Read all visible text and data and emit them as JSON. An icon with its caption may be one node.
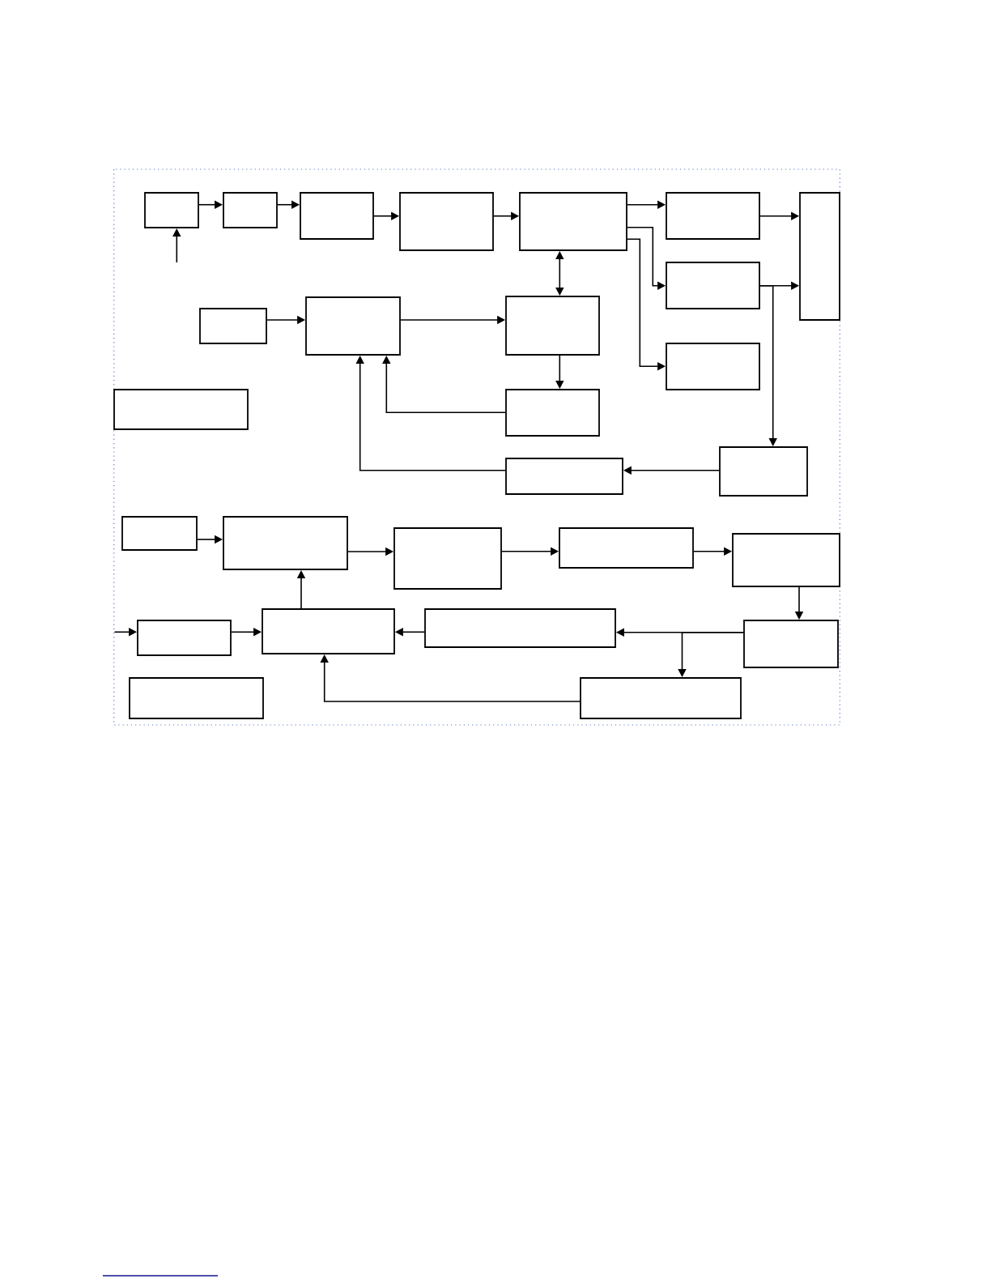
{
  "diagram": {
    "nodes": [
      {
        "text": [],
        "shape": "box"
      },
      {
        "text": [],
        "shape": "box"
      },
      {
        "text": [],
        "shape": "box"
      },
      {
        "text": [],
        "shape": "box"
      },
      {
        "text": [],
        "shape": "box"
      },
      {
        "text": [],
        "shape": "box"
      },
      {
        "text": [],
        "shape": "box"
      },
      {
        "text": [],
        "shape": "box"
      },
      {
        "text": [],
        "shape": "box"
      },
      {
        "text": [],
        "shape": "box"
      },
      {
        "text": [],
        "shape": "box"
      },
      {
        "text": [],
        "shape": "box"
      },
      {
        "text": [],
        "shape": "box"
      },
      {
        "text": [],
        "shape": "box"
      },
      {
        "text": [],
        "shape": "box"
      },
      {
        "text": [],
        "shape": "box"
      },
      {
        "text": [],
        "shape": "box"
      },
      {
        "text": [],
        "shape": "box"
      },
      {
        "text": [],
        "shape": "box"
      },
      {
        "text": [],
        "shape": "box"
      },
      {
        "text": [],
        "shape": "box"
      },
      {
        "text": [],
        "shape": "box"
      },
      {
        "text": [],
        "shape": "box"
      },
      {
        "text": [],
        "shape": "box"
      },
      {
        "text": [],
        "shape": "box"
      },
      {
        "text": [],
        "shape": "box"
      },
      {
        "text": [],
        "shape": "box"
      }
    ],
    "edges": [
      {
        "from": null,
        "to": 0,
        "arrow": "to"
      },
      {
        "from": 0,
        "to": 1,
        "arrow": "to"
      },
      {
        "from": 1,
        "to": 2,
        "arrow": "to"
      },
      {
        "from": 2,
        "to": 3,
        "arrow": "to"
      },
      {
        "from": 3,
        "to": 4,
        "arrow": "to"
      },
      {
        "from": 4,
        "to": 5,
        "arrow": "to"
      },
      {
        "from": 4,
        "to": 7,
        "arrow": "to"
      },
      {
        "from": 4,
        "to": 11,
        "arrow": "to"
      },
      {
        "from": 5,
        "to": 6,
        "arrow": "to"
      },
      {
        "from": 7,
        "to": 6,
        "arrow": "to"
      },
      {
        "from": 7,
        "to": 14,
        "arrow": "to"
      },
      {
        "from": 4,
        "to": 10,
        "arrow": "both"
      },
      {
        "from": 8,
        "to": 9,
        "arrow": "to"
      },
      {
        "from": 9,
        "to": 10,
        "arrow": "to"
      },
      {
        "from": 10,
        "to": 13,
        "arrow": "to"
      },
      {
        "from": 13,
        "to": 9,
        "arrow": "to"
      },
      {
        "from": 14,
        "to": 15,
        "arrow": "to"
      },
      {
        "from": 15,
        "to": 9,
        "arrow": "to"
      },
      {
        "from": 16,
        "to": 17,
        "arrow": "to"
      },
      {
        "from": 17,
        "to": 18,
        "arrow": "to"
      },
      {
        "from": 18,
        "to": 19,
        "arrow": "to"
      },
      {
        "from": 19,
        "to": 20,
        "arrow": "to"
      },
      {
        "from": 20,
        "to": 24,
        "arrow": "to"
      },
      {
        "from": 24,
        "to": 22,
        "arrow": "to"
      },
      {
        "from": 24,
        "to": 26,
        "arrow": "to"
      },
      {
        "from": 22,
        "to": 21,
        "arrow": "to"
      },
      {
        "from": 23,
        "to": 21,
        "arrow": "to"
      },
      {
        "from": null,
        "to": 23,
        "arrow": "to"
      },
      {
        "from": 21,
        "to": 17,
        "arrow": "to"
      },
      {
        "from": 26,
        "to": 21,
        "arrow": "to"
      }
    ]
  }
}
